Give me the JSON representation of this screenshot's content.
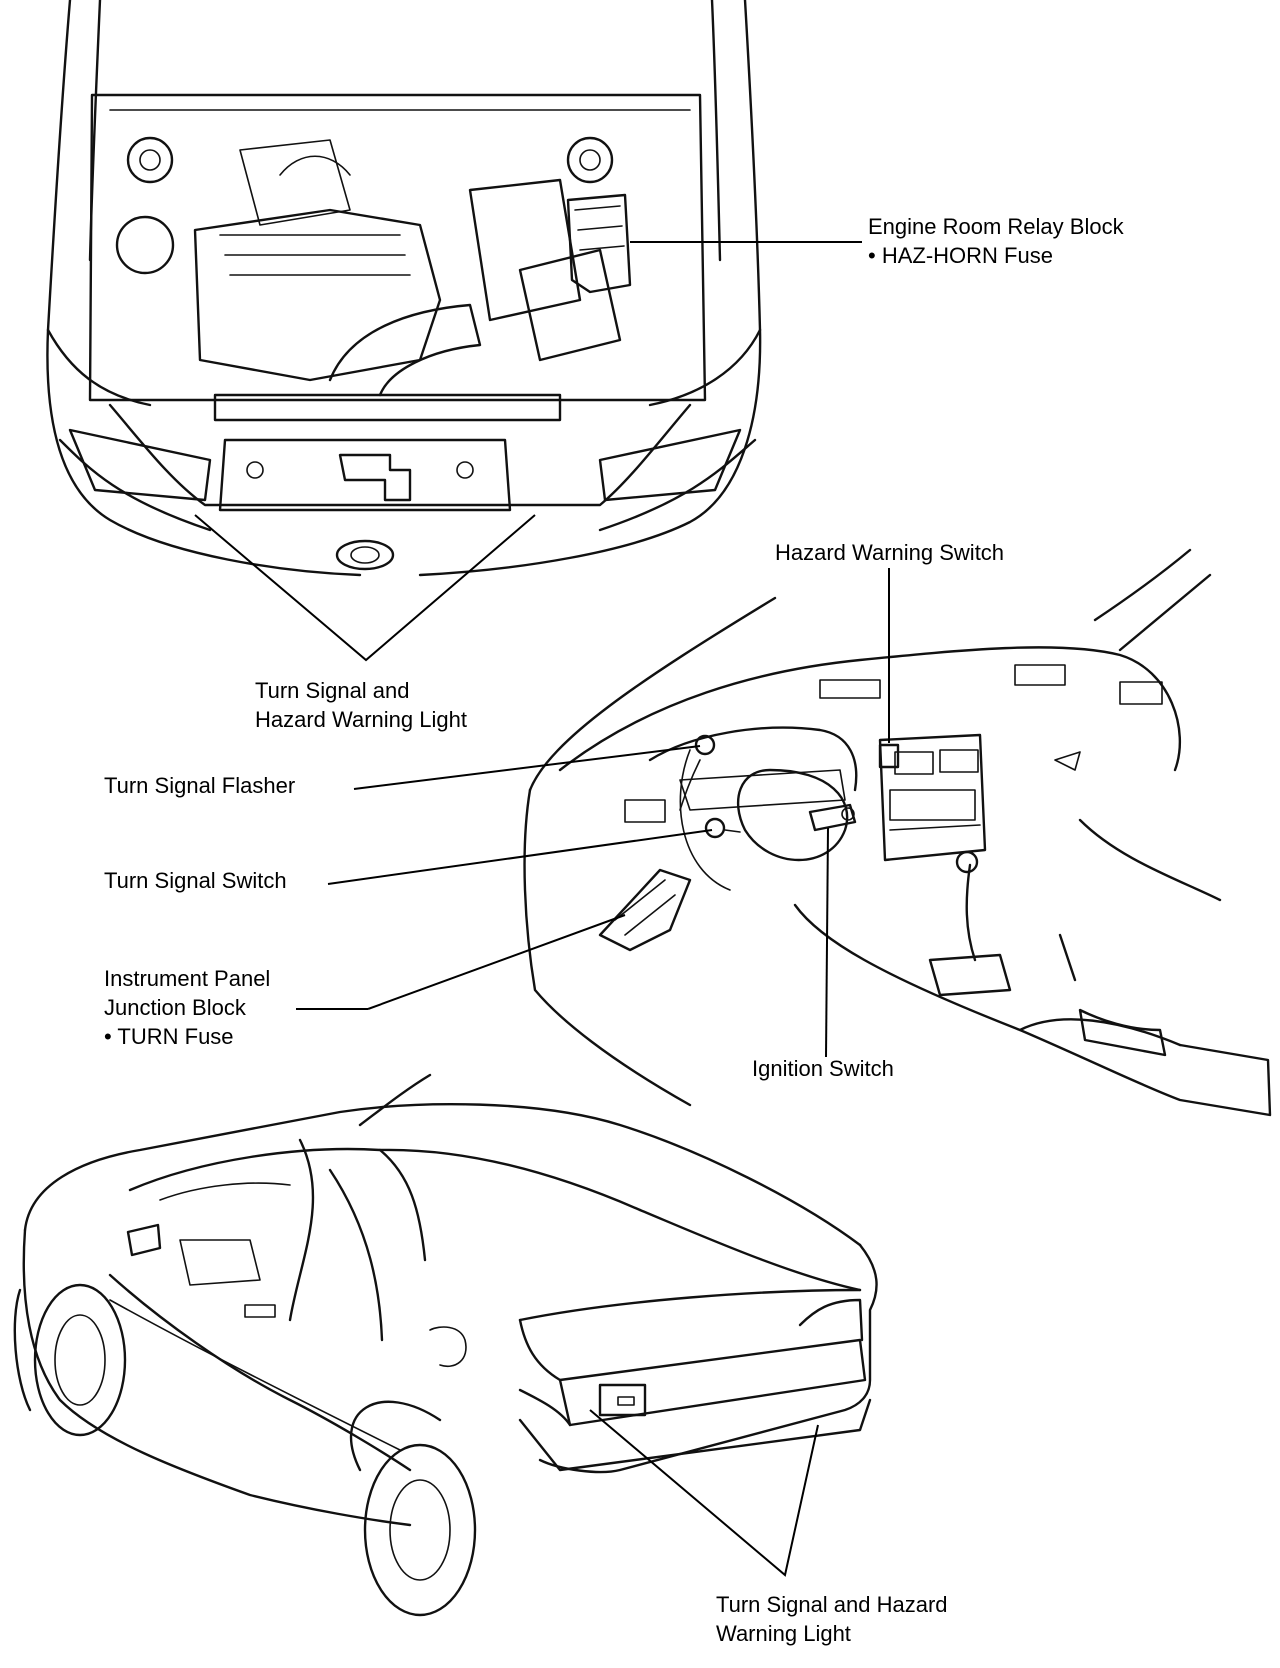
{
  "labels": {
    "engine_room_relay_block": "Engine Room Relay Block",
    "haz_horn_fuse": "• HAZ-HORN Fuse",
    "front_light_line1": "Turn Signal and",
    "front_light_line2": "Hazard Warning Light",
    "hazard_warning_switch": "Hazard Warning Switch",
    "turn_signal_flasher": "Turn Signal Flasher",
    "turn_signal_switch": "Turn Signal Switch",
    "junction_block_line1": "Instrument Panel",
    "junction_block_line2": "Junction Block",
    "turn_fuse": "• TURN Fuse",
    "ignition_switch": "Ignition Switch",
    "rear_light_line1": "Turn Signal and Hazard",
    "rear_light_line2": "Warning Light"
  },
  "illustrations": [
    "engine-bay",
    "instrument-panel",
    "vehicle-rear-three-quarter"
  ]
}
